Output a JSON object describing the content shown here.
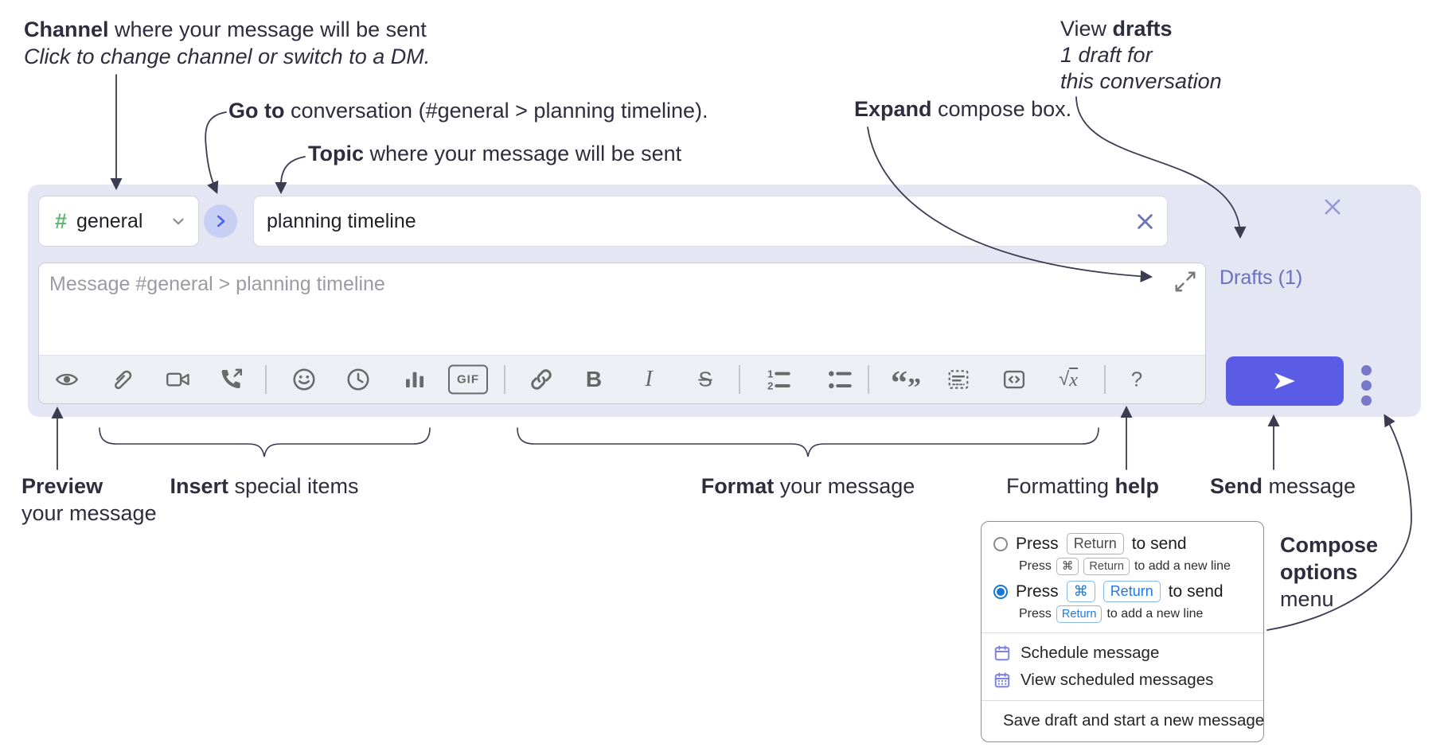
{
  "annotations": {
    "channel": {
      "bold": "Channel",
      "rest": " where your message will be sent",
      "italic": "Click to change channel or switch to a DM."
    },
    "goto": {
      "bold": "Go to",
      "rest": " conversation (#general > planning timeline)."
    },
    "topic": {
      "bold": "Topic",
      "rest": " where your message will be sent"
    },
    "expand": {
      "bold": "Expand",
      "rest": " compose box."
    },
    "drafts": {
      "line1_pre": "View ",
      "line1_bold": "drafts",
      "line2": "1 draft for",
      "line3": "this conversation"
    },
    "preview": {
      "bold": "Preview",
      "line2": "your message"
    },
    "insert": {
      "bold": "Insert",
      "rest": " special items"
    },
    "format": {
      "bold": "Format",
      "rest": " your message"
    },
    "formatting_help": {
      "pre": "Formatting ",
      "bold": "help"
    },
    "send": {
      "bold": "Send",
      "rest": " message"
    },
    "compose_options": {
      "bold1": "Compose",
      "bold2": "options",
      "line3": "menu"
    }
  },
  "compose": {
    "channel_selector": {
      "hash": "#",
      "channel": "general"
    },
    "topic_input": {
      "value": "planning timeline"
    },
    "message_input": {
      "placeholder": "Message #general > planning timeline"
    },
    "drafts_link": "Drafts (1)",
    "toolbar_labels": {
      "gif": "GIF",
      "bold": "B",
      "italic": "I",
      "strike": "S",
      "sqrt": "√",
      "x": "x",
      "help": "?"
    },
    "toolbar_icons": [
      "preview-eye",
      "attach-paperclip",
      "video-call",
      "audio-call",
      "emoji",
      "global-time",
      "poll",
      "gif",
      "link",
      "bold",
      "italic",
      "strikethrough",
      "numbered-list",
      "bulleted-list",
      "quote",
      "spoiler",
      "code",
      "math",
      "help"
    ]
  },
  "options_menu": {
    "radio1": {
      "press": "Press",
      "key": "Return",
      "tosend": "to send",
      "sub_press": "Press",
      "sub_k1": "⌘",
      "sub_k2": "Return",
      "sub_rest": "to add a new line"
    },
    "radio2": {
      "press": "Press",
      "k1": "⌘",
      "k2": "Return",
      "tosend": "to send",
      "sub_press": "Press",
      "sub_k1": "Return",
      "sub_rest": "to add a new line"
    },
    "items": [
      {
        "icon": "calendar-icon",
        "label": "Schedule message"
      },
      {
        "icon": "calendar-grid-icon",
        "label": "View scheduled messages"
      },
      {
        "icon": "draft-save-icon",
        "label": "Save draft and start a new message"
      }
    ]
  },
  "colors": {
    "compose_bg": "#e4e6f4",
    "toolbar_bg": "#edeff5",
    "send_button": "#5b5ce6",
    "hash_green": "#68b575",
    "goto_circle": "#c8cff5",
    "goto_chevron": "#4a63e8",
    "drafts_link": "#6a70bd",
    "icon_gray": "#696969",
    "menu_icon_purple": "#7c80e8",
    "radio_blue": "#1878d2",
    "kbd_blue": "#1f78e8",
    "annotation_ink": "#2e2d3e"
  }
}
